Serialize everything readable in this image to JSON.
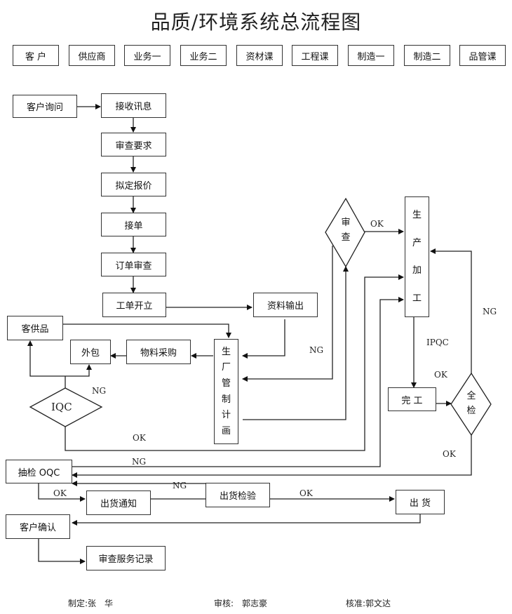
{
  "title": "品质/环境系统总流程图",
  "departments": [
    "客 户",
    "供应商",
    "业务一",
    "业务二",
    "资材课",
    "工程课",
    "制造一",
    "制造二",
    "品管课"
  ],
  "nodes": {
    "customer_inquiry": "客户询问",
    "receive_info": "接收讯息",
    "review_requirements": "审查要求",
    "draft_quote": "拟定报价",
    "receive_order": "接单",
    "order_review": "订单审查",
    "work_order": "工单开立",
    "data_output": "资料输出",
    "customer_supplied": "客供品",
    "outsource": "外包",
    "material_purchase": "物料采购",
    "production_plan": [
      "生",
      "厂",
      "管",
      "制",
      "计",
      "画"
    ],
    "review_decision": [
      "审",
      "查"
    ],
    "production": [
      "生",
      "产",
      "加",
      "工"
    ],
    "finish": "完 工",
    "full_inspection": [
      "全",
      "检"
    ],
    "iqc": "IQC",
    "sampling_oqc": "抽检 OQC",
    "shipping_notice": "出货通知",
    "shipping_inspection": "出货检验",
    "shipment": "出 货",
    "customer_confirm": "客户确认",
    "review_service_record": "审查服务记录"
  },
  "labels": {
    "ok_review": "OK",
    "ng_review": "NG",
    "ng_full": "NG",
    "ipqc": "IPQC",
    "ok_finish": "OK",
    "ok_full": "OK",
    "ng_iqc": "NG",
    "ok_iqc": "OK",
    "ng_oqc": "NG",
    "ok_oqc": "OK",
    "ng_ship": "NG",
    "ok_ship": "OK"
  },
  "footer": {
    "prepared": "制定:张　华",
    "reviewed": "审核:　郭志豪",
    "approved": "核准:郭文达"
  }
}
